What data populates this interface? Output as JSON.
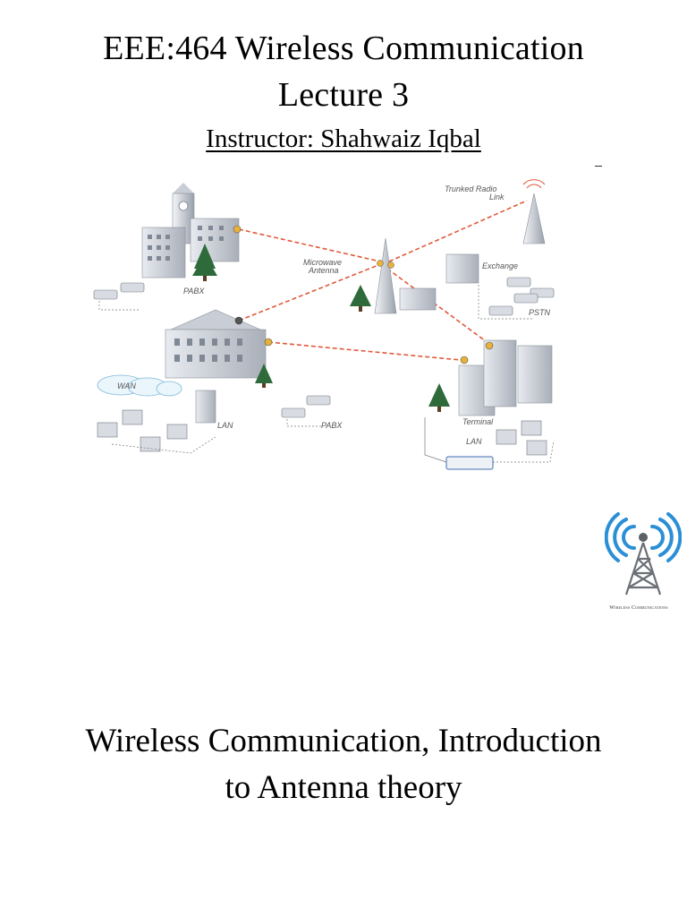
{
  "page": {
    "title_line1": "EEE:464 Wireless Communication",
    "title_line2": "Lecture 3",
    "instructor": "Instructor: Shahwaiz Iqbal",
    "subtitle_line1": "Wireless Communication, Introduction",
    "subtitle_line2": "to Antenna theory"
  },
  "diagram": {
    "labels": {
      "trunked_radio_link": [
        "Trunked Radio",
        "Link"
      ],
      "microwave_antenna": [
        "Microwave",
        "Antenna"
      ],
      "exchange": "Exchange",
      "pabx_top": "PABX",
      "pstn": "PSTN",
      "wan": "WAN",
      "lan_left": "LAN",
      "pabx_bottom": "PABX",
      "terminal": "Terminal",
      "lan_right": "LAN"
    },
    "icons": [
      "tower-icon",
      "building-icon",
      "tree-icon",
      "phone-icon",
      "computer-icon",
      "cloud-icon",
      "dish-antenna-icon"
    ]
  },
  "logo": {
    "caption": "Wireless Communications",
    "icon": "radio-tower-icon",
    "accent_color": "#2a8fd6"
  }
}
